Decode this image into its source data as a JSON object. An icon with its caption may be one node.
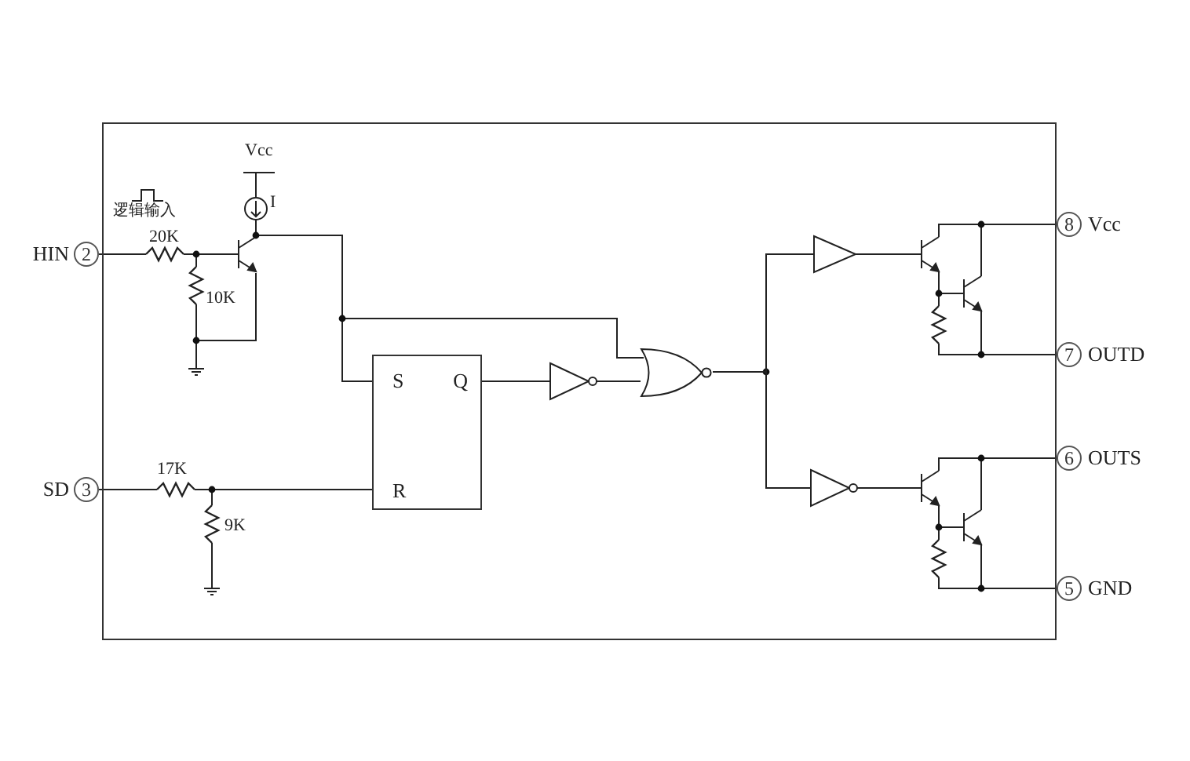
{
  "diagram": {
    "nodes": [
      {
        "text": [],
        "shape": "box"
      },
      {
        "text": [
          "2"
        ],
        "beside": [
          "HIN"
        ]
      },
      {
        "text": [
          "3"
        ],
        "beside": [
          "SD"
        ]
      },
      {
        "text": [
          "S",
          "Q",
          "R"
        ],
        "in": 0
      },
      {
        "text": [],
        "shape": "triangle",
        "in": 0
      },
      {
        "text": [],
        "shape": "gate",
        "in": 0
      },
      {
        "text": [],
        "shape": "triangle",
        "in": 0
      },
      {
        "text": [],
        "shape": "triangle",
        "in": 0
      },
      {
        "text": [],
        "shape": "transistor",
        "in": 0
      },
      {
        "text": [],
        "shape": "transistor",
        "in": 0
      },
      {
        "text": [
          "8"
        ],
        "beside": [
          "Vcc"
        ]
      },
      {
        "text": [
          "7"
        ],
        "beside": [
          "OUTD"
        ]
      },
      {
        "text": [
          "6"
        ],
        "beside": [
          "OUTS"
        ]
      },
      {
        "text": [
          "5"
        ],
        "beside": [
          "GND"
        ]
      }
    ],
    "edges": [
      {
        "from": 3,
        "to": 4,
        "arrow": "none"
      },
      {
        "from": 4,
        "to": 5,
        "arrow": "none"
      },
      {
        "from": 5,
        "to": 6,
        "arrow": "none"
      },
      {
        "from": 5,
        "to": 7,
        "arrow": "none"
      },
      {
        "from": 6,
        "to": 8,
        "arrow": "none"
      },
      {
        "from": 7,
        "to": 9,
        "arrow": "none"
      },
      {
        "from": 8,
        "to": 10,
        "arrow": "none"
      },
      {
        "from": 8,
        "to": 11,
        "arrow": "none"
      },
      {
        "from": 9,
        "to": 12,
        "arrow": "none"
      },
      {
        "from": 9,
        "to": 13,
        "arrow": "none"
      }
    ],
    "labels": [
      "Vcc",
      "I",
      "逻辑输入",
      "20K",
      "10K",
      "17K",
      "9K"
    ]
  }
}
